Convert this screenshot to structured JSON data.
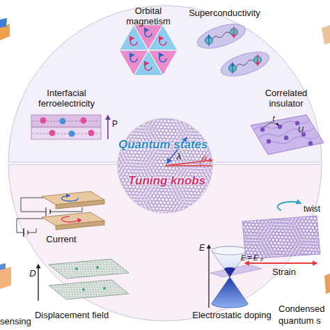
{
  "diagram": {
    "nodes": [
      {
        "text": [
          "Quantum states"
        ]
      },
      {
        "text": [
          "Tuning knobs"
        ]
      }
    ],
    "labels": [
      "Orbital magnetism",
      "Superconductivity",
      "Interfacial ferroelectricity",
      "Correlated insulator",
      "P",
      "t",
      "U",
      "λ",
      "θ",
      "Current",
      "twist",
      "Strain",
      "D",
      "Displacement field",
      "E",
      "E = E",
      "F",
      "Electrostatic doping",
      "sensing",
      "Condensed",
      "quantum s"
    ]
  }
}
